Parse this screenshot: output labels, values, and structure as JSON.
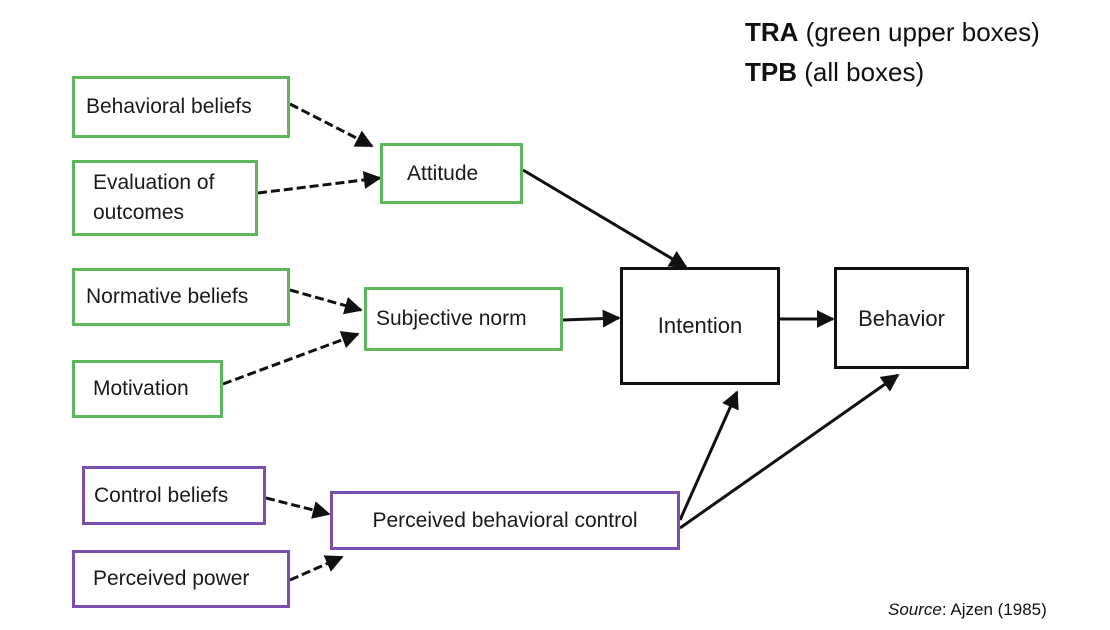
{
  "legend": {
    "line1_bold": "TRA",
    "line1_rest": " (green upper boxes)",
    "line2_bold": "TPB",
    "line2_rest": " (all boxes)"
  },
  "nodes": {
    "behavioral_beliefs": "Behavioral beliefs",
    "evaluation_line1": "Evaluation of",
    "evaluation_line2": "outcomes",
    "attitude": "Attitude",
    "normative_beliefs": "Normative beliefs",
    "subjective_norm": "Subjective norm",
    "motivation": "Motivation",
    "intention": "Intention",
    "behavior": "Behavior",
    "control_beliefs": "Control beliefs",
    "perceived_power": "Perceived power",
    "perceived_behavioral_control": "Perceived behavioral control"
  },
  "edges": [
    {
      "from": "Behavioral beliefs",
      "to": "Attitude",
      "style": "dashed"
    },
    {
      "from": "Evaluation of outcomes",
      "to": "Attitude",
      "style": "dashed"
    },
    {
      "from": "Attitude",
      "to": "Intention",
      "style": "solid"
    },
    {
      "from": "Normative beliefs",
      "to": "Subjective norm",
      "style": "dashed"
    },
    {
      "from": "Motivation",
      "to": "Subjective norm",
      "style": "dashed"
    },
    {
      "from": "Subjective norm",
      "to": "Intention",
      "style": "solid"
    },
    {
      "from": "Intention",
      "to": "Behavior",
      "style": "solid"
    },
    {
      "from": "Control beliefs",
      "to": "Perceived behavioral control",
      "style": "dashed"
    },
    {
      "from": "Perceived power",
      "to": "Perceived behavioral control",
      "style": "dashed"
    },
    {
      "from": "Perceived behavioral control",
      "to": "Intention",
      "style": "solid"
    },
    {
      "from": "Perceived behavioral control",
      "to": "Behavior",
      "style": "solid"
    }
  ],
  "colors": {
    "tra_border": "#5bb85d",
    "tpb_border": "#7a4fb0",
    "core_border": "#111111"
  },
  "source": {
    "label": "Source",
    "text": ": Ajzen (1985)"
  }
}
